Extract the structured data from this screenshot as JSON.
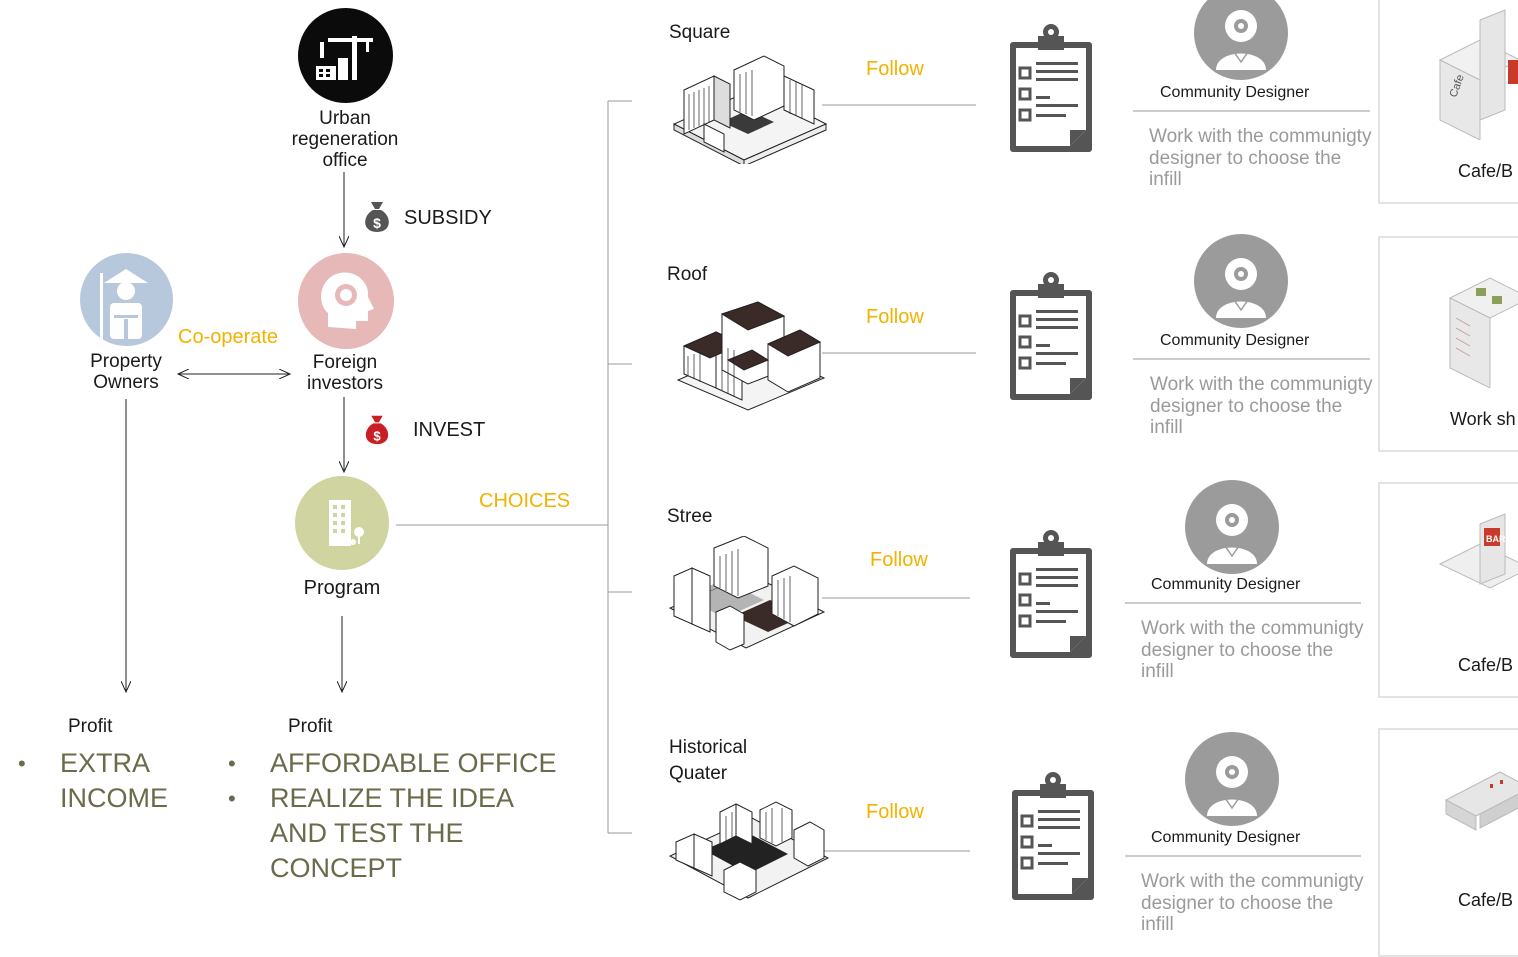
{
  "office": {
    "label": "Urban\nregeneration\noffice"
  },
  "subsidy": {
    "label": "SUBSIDY"
  },
  "owners": {
    "label": "Property\nOwners"
  },
  "cooperate": {
    "label": "Co-operate"
  },
  "investors": {
    "label": "Foreign\ninvestors"
  },
  "invest": {
    "label": "INVEST"
  },
  "program": {
    "label": "Program"
  },
  "choices": {
    "label": "CHOICES"
  },
  "profit_left": {
    "label": "Profit",
    "items": [
      "EXTRA INCOME"
    ]
  },
  "profit_right": {
    "label": "Profit",
    "items": [
      "AFFORDABLE OFFICE",
      "REALIZE THE IDEA AND TEST THE CONCEPT"
    ]
  },
  "rows": [
    {
      "title": "Square",
      "follow": "Follow",
      "designer": "Community Designer",
      "desc": "Work with the communigty designer to choose the infill",
      "card": "Cafe/B"
    },
    {
      "title": "Roof",
      "follow": "Follow",
      "designer": "Community Designer",
      "desc": "Work with the communigty designer to choose the infill",
      "card": "Work sh"
    },
    {
      "title": "Stree",
      "follow": "Follow",
      "designer": "Community Designer",
      "desc": "Work with the communigty designer to choose the infill",
      "card": "Cafe/B"
    },
    {
      "title": "Historical\nQuater",
      "follow": "Follow",
      "designer": "Community Designer",
      "desc": "Work with the communigty designer to choose the infill",
      "card": "Cafe/B"
    }
  ],
  "colors": {
    "office": "#0b0b0b",
    "owners": "#b8c8dc",
    "investors": "#e6b8b8",
    "program": "#cfd4a0",
    "accent": "#f2b200",
    "designer": "#9b9b9b",
    "bullet_text": "#6b6a4a"
  },
  "icons": {
    "office": "construction-icon",
    "subsidy": "money-bag-icon",
    "owners": "farmer-icon",
    "investors": "head-gear-icon",
    "invest": "money-bag-icon",
    "program": "building-icon",
    "checklist": "clipboard-icon",
    "designer": "designer-avatar-icon"
  }
}
